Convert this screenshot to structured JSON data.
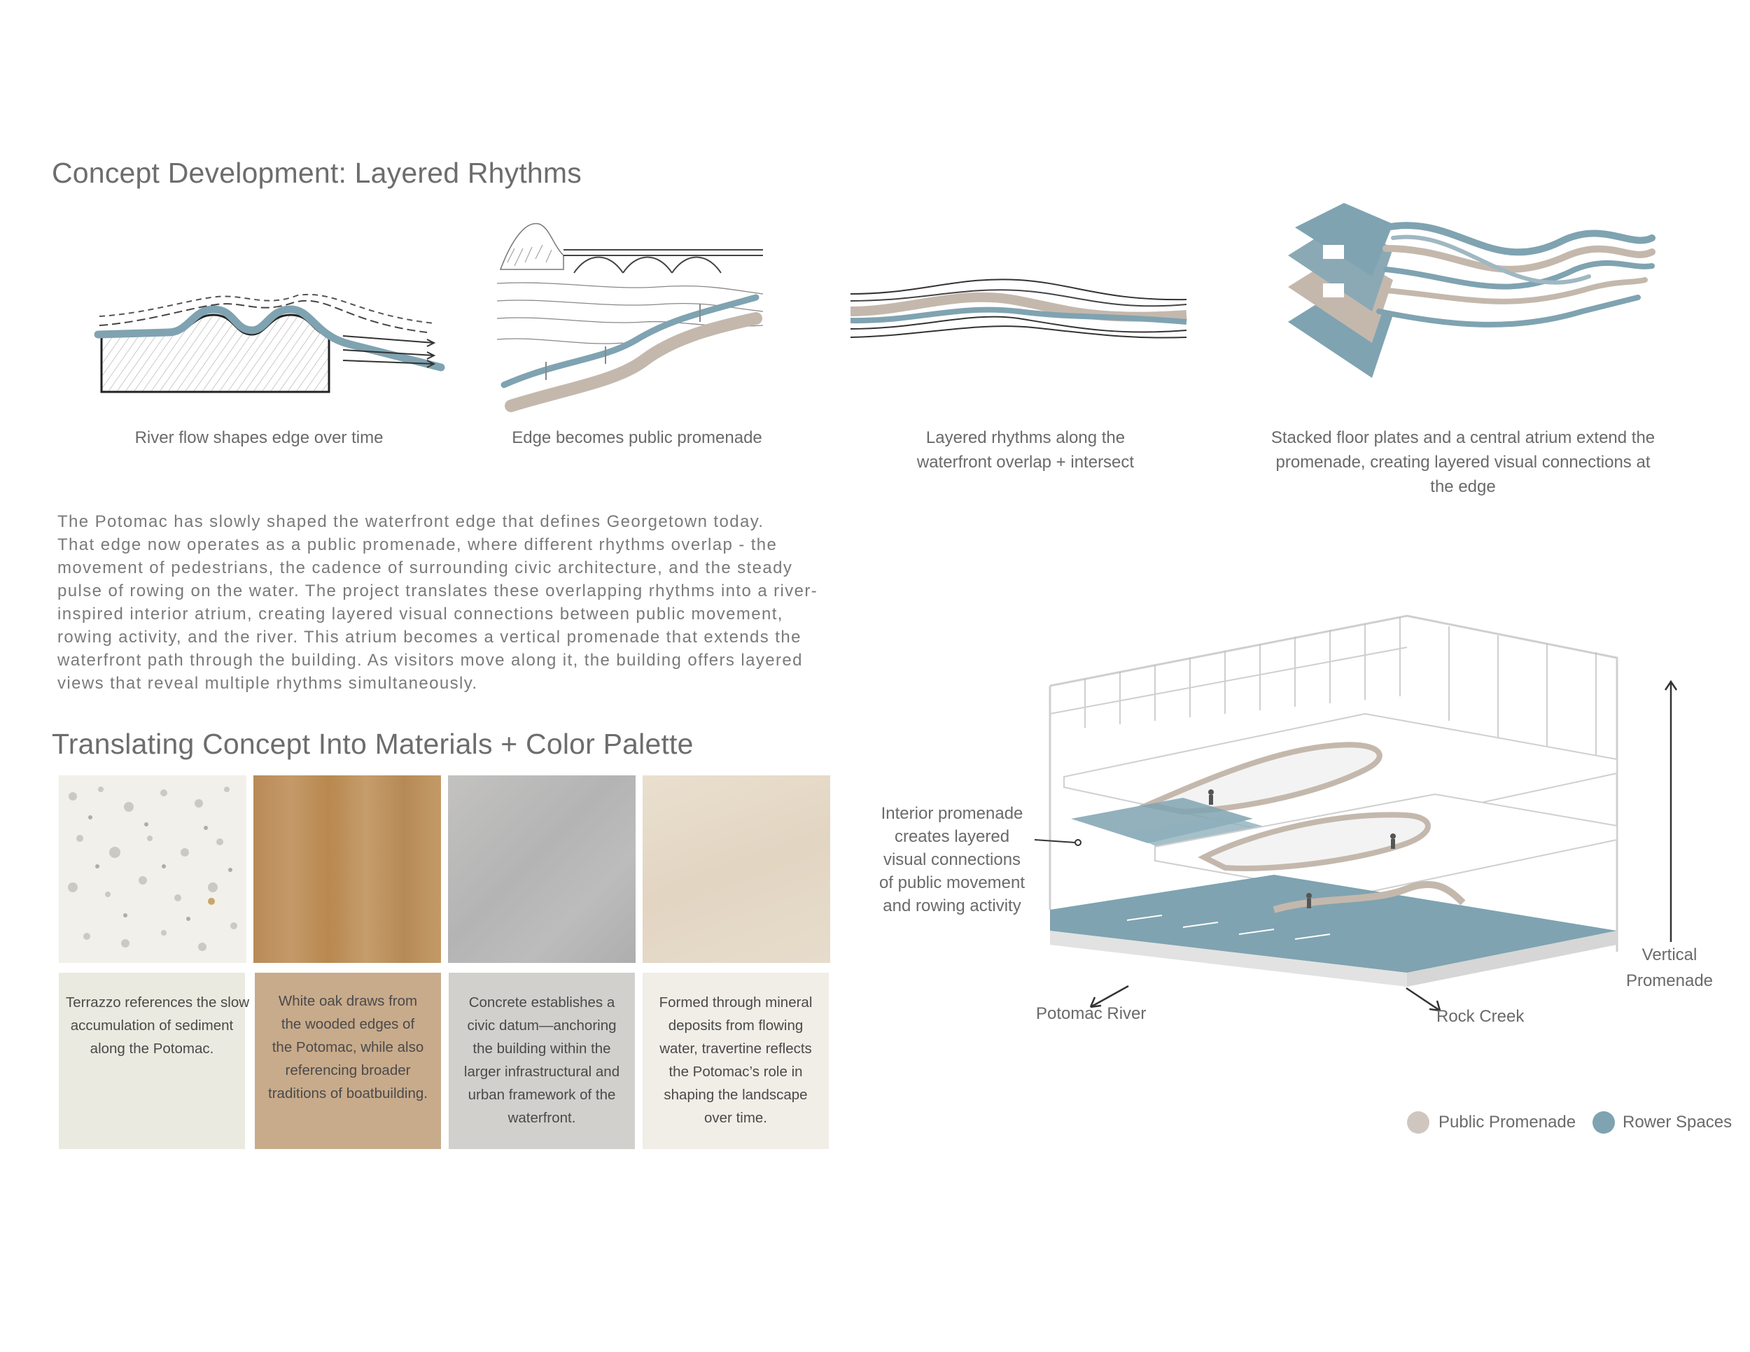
{
  "concept": {
    "title": "Concept Development: Layered Rhythms",
    "diagrams": [
      {
        "caption_lines": [
          "River flow shapes edge over time"
        ]
      },
      {
        "caption_lines": [
          "Edge becomes public promenade"
        ]
      },
      {
        "caption_lines": [
          "Layered rhythms along the",
          "waterfront overlap + intersect"
        ]
      },
      {
        "caption_lines": [
          "Stacked floor plates and a central atrium extend the",
          "promenade, creating layered visual connections at",
          "the edge"
        ]
      }
    ]
  },
  "narrative": {
    "lines": [
      "The Potomac has slowly shaped the waterfront edge that defines Georgetown today.",
      "That edge now operates as a public promenade, where different rhythms overlap - the",
      "movement of pedestrians, the cadence of surrounding civic architecture, and the steady",
      "pulse of rowing on the water. The project translates these overlapping rhythms into a river-",
      "inspired interior atrium, creating layered visual connections between public movement,",
      "rowing activity, and the river. This atrium becomes a vertical promenade that extends the",
      "waterfront path through the building. As visitors move along it, the building offers layered",
      "views that reveal multiple rhythms simultaneously."
    ]
  },
  "materials": {
    "title": "Translating Concept Into Materials + Color Palette",
    "items": [
      {
        "name": "terrazzo",
        "card_color": "#eaeae0",
        "description_lines": [
          "Terrazzo references the slow",
          "accumulation of sediment",
          "along the Potomac."
        ]
      },
      {
        "name": "white oak",
        "card_color": "#c8ab8b",
        "description_lines": [
          "White oak draws from",
          "the wooded edges of",
          "the Potomac, while also",
          "referencing broader",
          "traditions of boatbuilding."
        ]
      },
      {
        "name": "concrete",
        "card_color": "#d2d0cc",
        "description_lines": [
          "Concrete establishes a",
          "civic datum—anchoring",
          "the building within the",
          "larger infrastructural and",
          "urban framework of the",
          "waterfront."
        ]
      },
      {
        "name": "travertine",
        "card_color": "#f1ede7",
        "description_lines": [
          "Formed through mineral",
          "deposits from flowing",
          "water, travertine reflects",
          "the Potomac’s role in",
          "shaping the landscape",
          "over time."
        ]
      }
    ]
  },
  "section": {
    "annotation_lines": [
      "Interior promenade",
      "creates layered",
      "visual connections",
      "of public movement",
      "and rowing activity"
    ],
    "label_river": "Potomac River",
    "label_creek": "Rock Creek",
    "vertical_lines": [
      "Vertical",
      "Promenade"
    ],
    "legend": [
      {
        "label": "Public Promenade",
        "color": "#cfc6c0"
      },
      {
        "label": "Rower Spaces",
        "color": "#7fa3b1"
      }
    ]
  },
  "colors": {
    "river_blue": "#7fa3b1",
    "promenade_tan": "#c4b8ad",
    "text_gray": "#6a6a6a"
  }
}
